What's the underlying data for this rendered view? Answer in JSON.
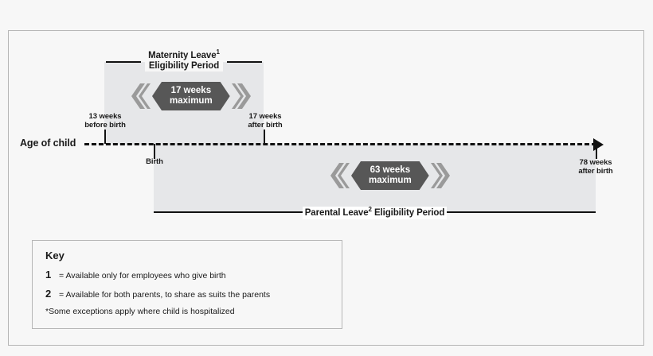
{
  "figure": {
    "axis_label": "Age of child",
    "accent_pill_color": "#575757",
    "band_color": "#e6e7e9",
    "frame_color": "#b6b6b6"
  },
  "maternity": {
    "header_line1": "Maternity Leave",
    "header_sup": "1",
    "header_line2": "Eligibility Period",
    "pill_line1": "17 weeks",
    "pill_line2": "maximum",
    "start_caption": "13 weeks\nbefore birth",
    "start_caption_l1": "13 weeks",
    "start_caption_l2": "before birth",
    "end_caption_l1": "17 weeks",
    "end_caption_l2": "after birth"
  },
  "parental": {
    "header_text_a": "Parental Leave",
    "header_sup": "2",
    "header_text_b": " Eligibility Period",
    "pill_line1": "63 weeks",
    "pill_line2": "maximum",
    "end_caption_l1": "78 weeks",
    "end_caption_l2": "after birth"
  },
  "timeline": {
    "birth_label": "Birth"
  },
  "key": {
    "title": "Key",
    "items": [
      {
        "num": "1",
        "text": "= Available only for employees who give birth"
      },
      {
        "num": "2",
        "text": "= Available for both parents, to share as suits the parents"
      }
    ],
    "note": "*Some exceptions apply where child is hospitalized"
  }
}
